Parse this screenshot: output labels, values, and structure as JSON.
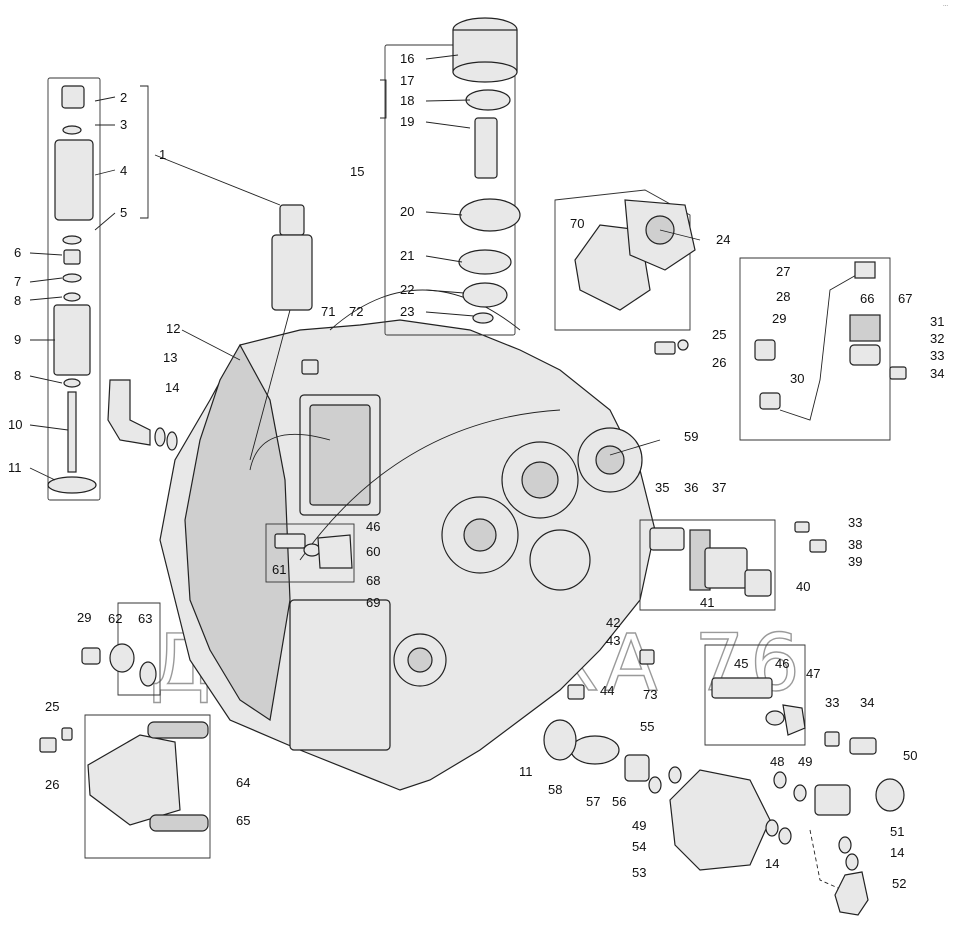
{
  "corner_tag": "...",
  "watermark": "ДИНАМИКА 76",
  "callouts": [
    "1",
    "2",
    "3",
    "4",
    "5",
    "6",
    "7",
    "8",
    "9",
    "10",
    "11",
    "12",
    "13",
    "14",
    "15",
    "16",
    "17",
    "18",
    "19",
    "20",
    "21",
    "22",
    "23",
    "24",
    "25",
    "26",
    "27",
    "28",
    "29",
    "30",
    "31",
    "32",
    "33",
    "34",
    "35",
    "36",
    "37",
    "38",
    "39",
    "40",
    "41",
    "42",
    "43",
    "44",
    "45",
    "46",
    "47",
    "48",
    "49",
    "50",
    "51",
    "52",
    "53",
    "54",
    "55",
    "56",
    "57",
    "58",
    "59",
    "60",
    "61",
    "62",
    "63",
    "64",
    "65",
    "66",
    "67",
    "68",
    "69",
    "70",
    "71",
    "72",
    "73"
  ]
}
